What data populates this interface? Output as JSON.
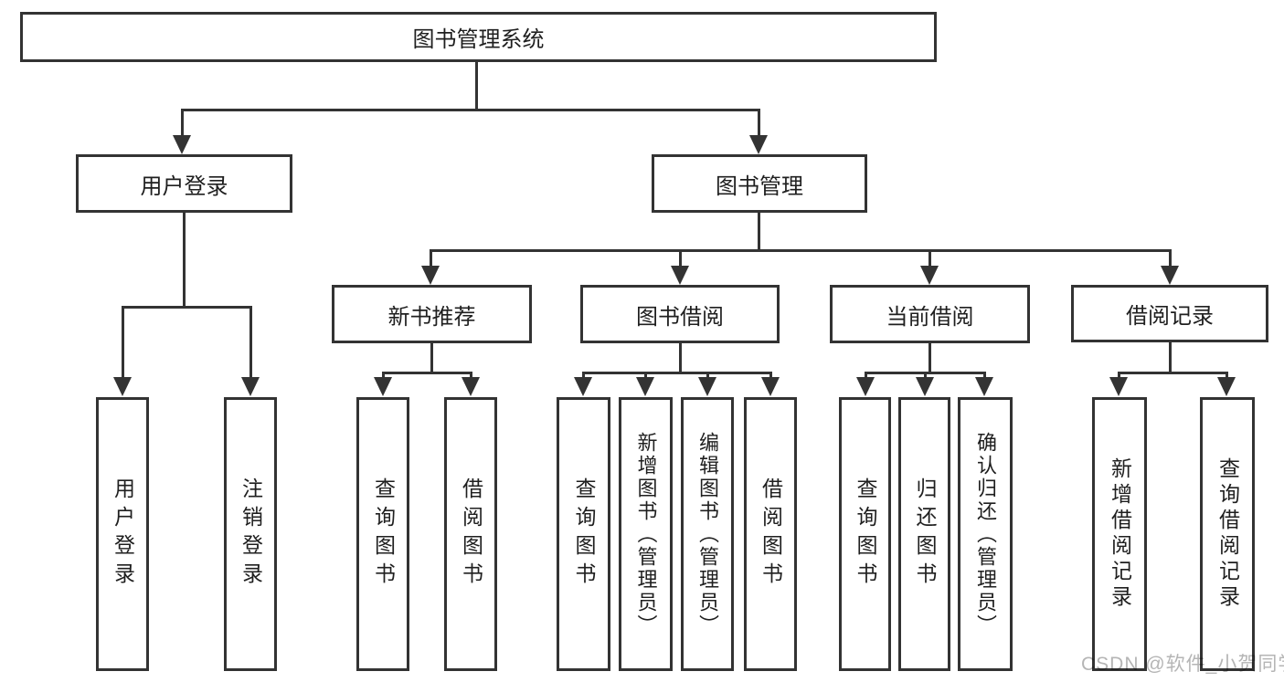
{
  "diagram": {
    "root": "图书管理系统",
    "level2": [
      "用户登录",
      "图书管理"
    ],
    "level3": [
      "新书推荐",
      "图书借阅",
      "当前借阅",
      "借阅记录"
    ],
    "leaves": [
      "用户登录",
      "注销登录",
      "查询图书",
      "借阅图书",
      "查询图书",
      "新增图书（管理员）",
      "编辑图书（管理员）",
      "借阅图书",
      "查询图书",
      "归还图书",
      "确认归还（管理员）",
      "新增借阅记录",
      "查询借阅记录"
    ]
  },
  "watermark": "CSDN @软件_小贺同学",
  "colors": {
    "line": "#333333",
    "text": "#1f1f1f",
    "watermark": "#b5b5b5",
    "background": "#ffffff"
  }
}
